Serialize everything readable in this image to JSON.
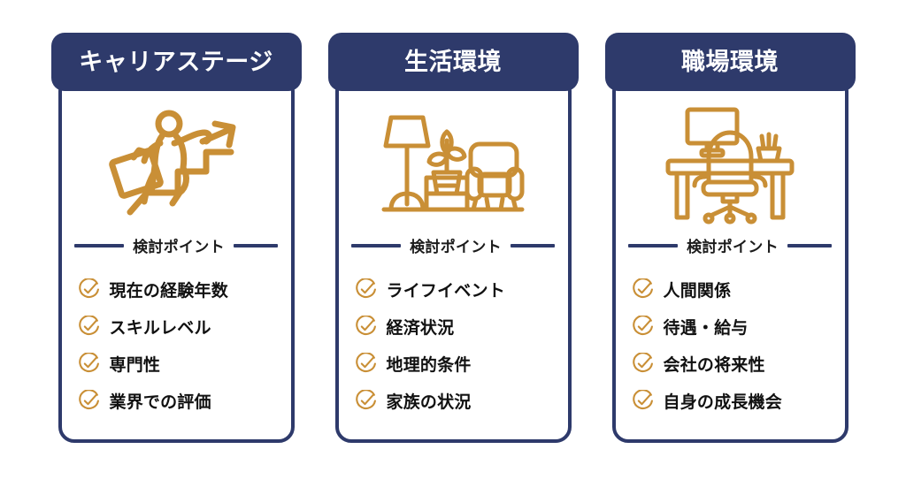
{
  "theme": {
    "navy": "#2E3A6B",
    "gold": "#C98F36",
    "text": "#111111",
    "background": "#FFFFFF"
  },
  "cards": [
    {
      "title": "キャリアステージ",
      "illustration": "career-climb-icon",
      "divider_label": "検討ポイント",
      "items": [
        "現在の経験年数",
        "スキルレベル",
        "専門性",
        "業界での評価"
      ]
    },
    {
      "title": "生活環境",
      "illustration": "living-room-icon",
      "divider_label": "検討ポイント",
      "items": [
        "ライフイベント",
        "経済状況",
        "地理的条件",
        "家族の状況"
      ]
    },
    {
      "title": "職場環境",
      "illustration": "office-desk-icon",
      "divider_label": "検討ポイント",
      "items": [
        "人間関係",
        "待遇・給与",
        "会社の将来性",
        "自身の成長機会"
      ]
    }
  ]
}
